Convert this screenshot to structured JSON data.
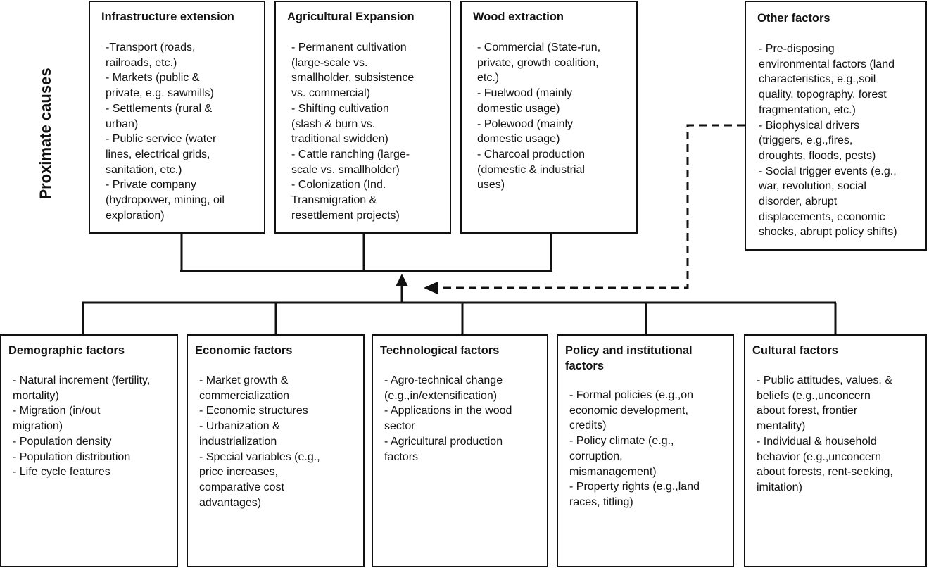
{
  "side_label": "Proximate causes",
  "proximate": [
    {
      "title": "Infrastructure extension",
      "body": "-Transport (roads,\nrailroads, etc.)\n- Markets (public &\nprivate, e.g. sawmills)\n- Settlements (rural &\nurban)\n- Public service (water\nlines, electrical grids,\nsanitation, etc.)\n- Private company\n(hydropower, mining, oil\nexploration)"
    },
    {
      "title": "Agricultural Expansion",
      "body": "- Permanent cultivation\n(large-scale vs.\nsmallholder, subsistence\nvs. commercial)\n- Shifting cultivation\n(slash & burn vs.\ntraditional swidden)\n- Cattle ranching (large-\nscale vs. smallholder)\n- Colonization (Ind.\nTransmigration &\nresettlement projects)"
    },
    {
      "title": "Wood extraction",
      "body": "- Commercial (State-run,\nprivate, growth coalition,\netc.)\n- Fuelwood (mainly\ndomestic usage)\n- Polewood (mainly\ndomestic usage)\n- Charcoal production\n(domestic & industrial\nuses)"
    }
  ],
  "other": {
    "title": "Other factors",
    "body": "- Pre-disposing\nenvironmental factors (land\ncharacteristics, e.g.,soil\nquality, topography, forest\nfragmentation, etc.)\n- Biophysical drivers\n(triggers, e.g.,fires,\ndroughts, floods, pests)\n- Social trigger events (e.g.,\nwar, revolution, social\ndisorder, abrupt\ndisplacements, economic\nshocks, abrupt policy shifts)"
  },
  "underlying": [
    {
      "title": "Demographic factors",
      "body": "- Natural increment (fertility,\nmortality)\n- Migration (in/out\nmigration)\n- Population density\n- Population distribution\n- Life cycle features"
    },
    {
      "title": "Economic factors",
      "body": "- Market growth &\ncommercialization\n- Economic structures\n- Urbanization &\nindustrialization\n- Special variables (e.g.,\nprice increases,\ncomparative cost\nadvantages)"
    },
    {
      "title": "Technological factors",
      "body": "- Agro-technical change\n(e.g.,in/extensification)\n- Applications in the wood\nsector\n- Agricultural production\nfactors"
    },
    {
      "title": "Policy and institutional\nfactors",
      "body": "- Formal policies (e.g.,on\neconomic development,\ncredits)\n- Policy climate (e.g.,\ncorruption,\nmismanagement)\n- Property rights (e.g.,land\nraces, titling)"
    },
    {
      "title": "Cultural factors",
      "body": "- Public attitudes, values, &\nbeliefs (e.g.,unconcern\nabout forest, frontier\nmentality)\n- Individual & household\nbehavior (e.g.,unconcern\nabout forests, rent-seeking,\nimitation)"
    }
  ]
}
